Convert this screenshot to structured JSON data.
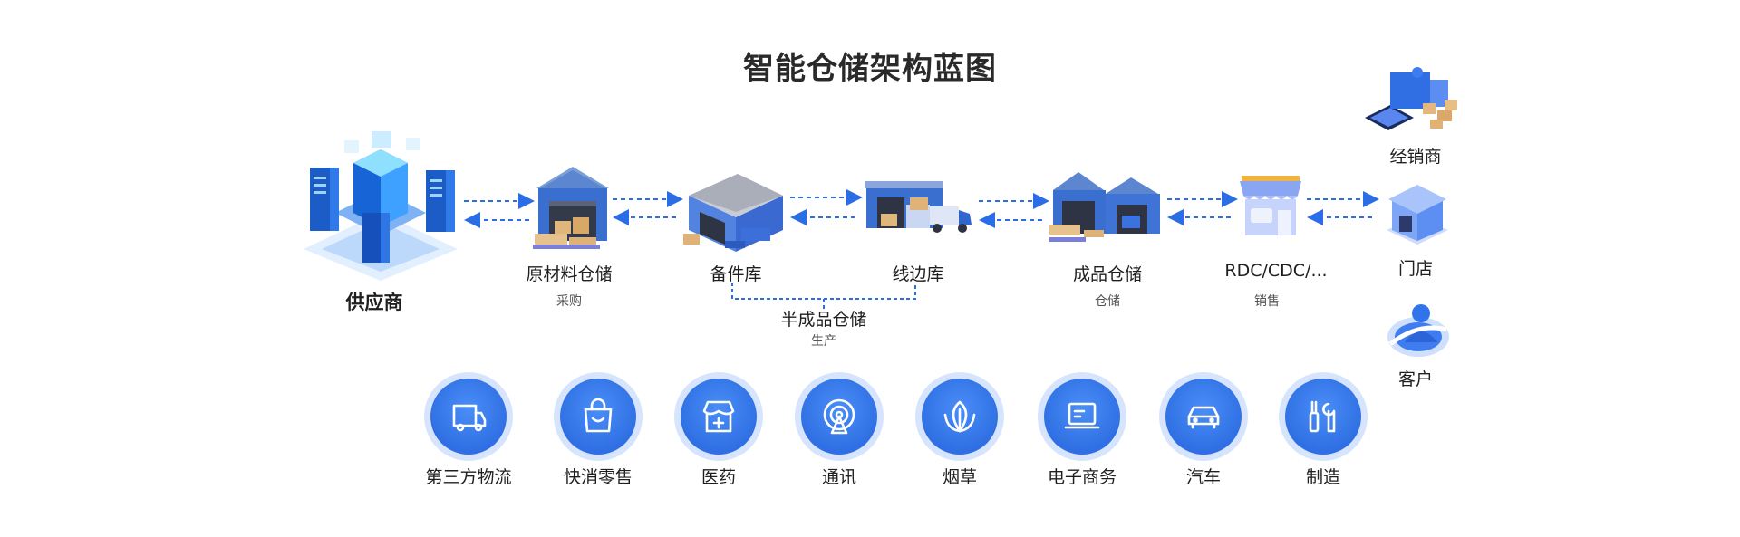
{
  "title": "智能仓储架构蓝图",
  "nodes": {
    "supplier": {
      "label": "供应商"
    },
    "raw": {
      "label": "原材料仓储",
      "sub": "采购"
    },
    "spare": {
      "label": "备件库"
    },
    "line": {
      "label": "线边库"
    },
    "semi": {
      "label": "半成品仓储",
      "sub": "生产"
    },
    "finished": {
      "label": "成品仓储",
      "sub": "仓储"
    },
    "rdc": {
      "label": "RDC/CDC/...",
      "sub": "销售"
    },
    "dealer": {
      "label": "经销商"
    },
    "store": {
      "label": "门店"
    },
    "customer": {
      "label": "客户"
    }
  },
  "industries": [
    {
      "label": "第三方物流",
      "icon": "truck-icon"
    },
    {
      "label": "快消零售",
      "icon": "shopping-bag-icon"
    },
    {
      "label": "医药",
      "icon": "pharmacy-icon"
    },
    {
      "label": "通讯",
      "icon": "signal-tower-icon"
    },
    {
      "label": "烟草",
      "icon": "leaf-icon"
    },
    {
      "label": "电子商务",
      "icon": "laptop-icon"
    },
    {
      "label": "汽车",
      "icon": "car-icon"
    },
    {
      "label": "制造",
      "icon": "tools-icon"
    }
  ],
  "colors": {
    "accent": "#2f6fe3",
    "arrow": "#2b6de6",
    "ring": "#d6e5fd"
  }
}
